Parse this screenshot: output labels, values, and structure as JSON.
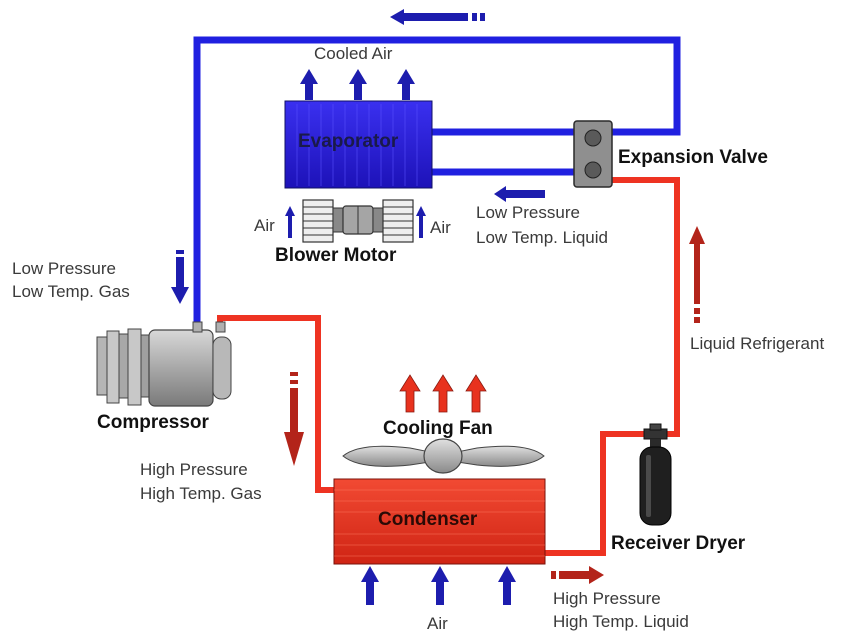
{
  "labels": {
    "cooled_air": "Cooled Air",
    "evaporator": "Evaporator",
    "expansion_valve": "Expansion Valve",
    "air_left": "Air",
    "air_right": "Air",
    "blower_motor": "Blower Motor",
    "low_pressure_liquid": [
      "Low Pressure",
      "Low Temp. Liquid"
    ],
    "low_pressure_gas": [
      "Low Pressure",
      "Low Temp. Gas"
    ],
    "liquid_refrigerant": "Liquid Refrigerant",
    "compressor": "Compressor",
    "cooling_fan": "Cooling Fan",
    "high_pressure_gas": [
      "High Pressure",
      "High Temp. Gas"
    ],
    "condenser": "Condenser",
    "receiver_dryer": "Receiver Dryer",
    "high_pressure_liquid": [
      "High Pressure",
      "High Temp. Liquid"
    ],
    "air_bottom": "Air"
  },
  "colors": {
    "low_side_line": "#2020e0",
    "high_side_line": "#ee3322",
    "evaporator_fill": "#2b1fd6",
    "condenser_fill": "#e8321e",
    "flow_arrow_blue": "#1d1dae",
    "flow_arrow_red": "#b3241a",
    "component_gray": "#9a9a9a",
    "dryer_black": "#1a1a1a"
  }
}
